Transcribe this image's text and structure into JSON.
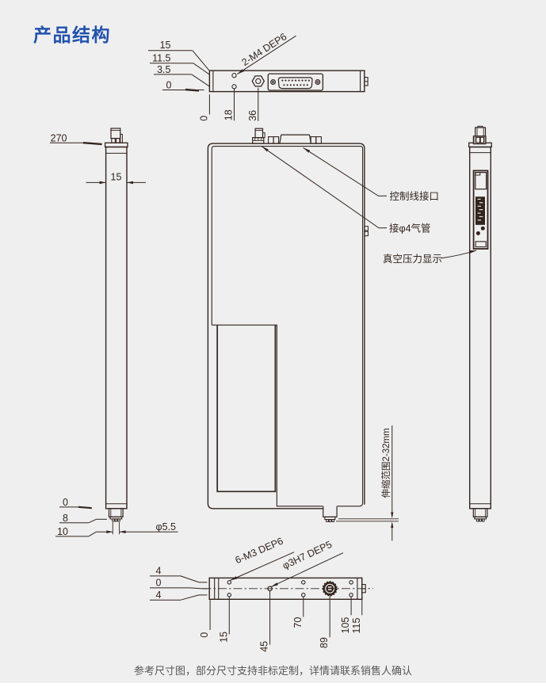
{
  "page": {
    "title": "产品结构",
    "footer_note": "参考尺寸图，部分尺寸支持非标定制，详情请联系销售人确认"
  },
  "colors": {
    "background": "#efefef",
    "line": "#33241e",
    "title": "#2152ac",
    "footer": "#575757"
  },
  "top_view": {
    "width_dims": [
      "15",
      "11.5",
      "3.5",
      "0"
    ],
    "hole_callout": "2-M4 DEP6",
    "x_dims": [
      "0",
      "18",
      "36"
    ]
  },
  "side_view_left": {
    "length_dim": "270",
    "width_dim": "15",
    "bottom_dims": [
      "0",
      "8",
      "10"
    ],
    "tip_diameter": "φ5.5"
  },
  "front_view": {
    "control_cable_label": "控制线接口",
    "air_tube_label": "接φ4气管",
    "vacuum_display_label": "真空压力显示",
    "stroke_range_label": "伸缩范围2-32mm"
  },
  "bottom_view": {
    "row_dims": [
      "4",
      "0",
      "4"
    ],
    "thread_callout": "6-M3 DEP6",
    "hole_callout": "φ3H7 DEP5",
    "x_dims": [
      "0",
      "15",
      "45",
      "70",
      "89",
      "105",
      "115"
    ]
  }
}
